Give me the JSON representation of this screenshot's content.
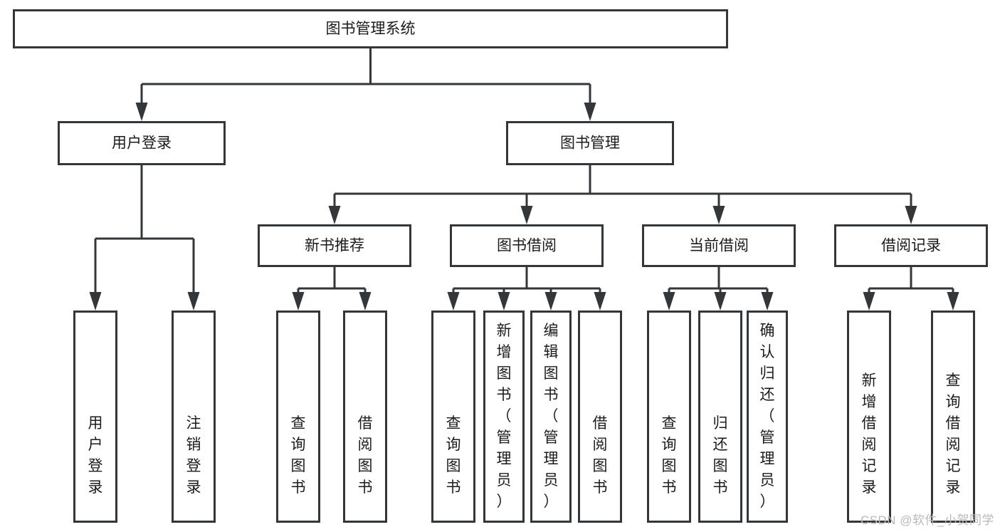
{
  "diagram": {
    "title": "图书管理系统",
    "watermark": "CSDN @软件_小贺同学",
    "colors": {
      "stroke": "#33373a",
      "fill": "#ffffff",
      "text": "#1b1b1b",
      "watermark": "#b9b9b9",
      "background": "#ffffff"
    },
    "nodes": {
      "root": {
        "label": "图书管理系统",
        "orientation": "horizontal",
        "level": 0
      },
      "user_login": {
        "label": "用户登录",
        "orientation": "horizontal",
        "level": 1
      },
      "book_manage": {
        "label": "图书管理",
        "orientation": "horizontal",
        "level": 1
      },
      "new_book_rec": {
        "label": "新书推荐",
        "orientation": "horizontal",
        "level": 2
      },
      "book_borrow": {
        "label": "图书借阅",
        "orientation": "horizontal",
        "level": 2
      },
      "current_borrow": {
        "label": "当前借阅",
        "orientation": "horizontal",
        "level": 2
      },
      "borrow_record": {
        "label": "借阅记录",
        "orientation": "horizontal",
        "level": 2
      },
      "leaf_user_login": {
        "label": "用户登录",
        "orientation": "vertical",
        "level": 2,
        "align": "bottom"
      },
      "leaf_logout": {
        "label": "注销登录",
        "orientation": "vertical",
        "level": 2,
        "align": "bottom"
      },
      "leaf_query_book_a": {
        "label": "查询图书",
        "orientation": "vertical",
        "level": 3,
        "align": "bottom"
      },
      "leaf_borrow_book_a": {
        "label": "借阅图书",
        "orientation": "vertical",
        "level": 3,
        "align": "bottom"
      },
      "leaf_query_book_b": {
        "label": "查询图书",
        "orientation": "vertical",
        "level": 3,
        "align": "bottom"
      },
      "leaf_add_book": {
        "label": "新增图书（管理员）",
        "orientation": "vertical",
        "level": 3,
        "align": "top"
      },
      "leaf_edit_book": {
        "label": "编辑图书（管理员）",
        "orientation": "vertical",
        "level": 3,
        "align": "top"
      },
      "leaf_borrow_book_b": {
        "label": "借阅图书",
        "orientation": "vertical",
        "level": 3,
        "align": "bottom"
      },
      "leaf_query_book_c": {
        "label": "查询图书",
        "orientation": "vertical",
        "level": 3,
        "align": "bottom"
      },
      "leaf_return_book": {
        "label": "归还图书",
        "orientation": "vertical",
        "level": 3,
        "align": "bottom"
      },
      "leaf_confirm_return": {
        "label": "确认归还（管理员）",
        "orientation": "vertical",
        "level": 3,
        "align": "top"
      },
      "leaf_add_record": {
        "label": "新增借阅记录",
        "orientation": "vertical",
        "level": 3,
        "align": "bottom"
      },
      "leaf_query_record": {
        "label": "查询借阅记录",
        "orientation": "vertical",
        "level": 3,
        "align": "bottom"
      }
    },
    "edges": [
      {
        "from": "root",
        "to": "user_login"
      },
      {
        "from": "root",
        "to": "book_manage"
      },
      {
        "from": "user_login",
        "to": "leaf_user_login"
      },
      {
        "from": "user_login",
        "to": "leaf_logout"
      },
      {
        "from": "book_manage",
        "to": "new_book_rec"
      },
      {
        "from": "book_manage",
        "to": "book_borrow"
      },
      {
        "from": "book_manage",
        "to": "current_borrow"
      },
      {
        "from": "book_manage",
        "to": "borrow_record"
      },
      {
        "from": "new_book_rec",
        "to": "leaf_query_book_a"
      },
      {
        "from": "new_book_rec",
        "to": "leaf_borrow_book_a"
      },
      {
        "from": "book_borrow",
        "to": "leaf_query_book_b"
      },
      {
        "from": "book_borrow",
        "to": "leaf_add_book"
      },
      {
        "from": "book_borrow",
        "to": "leaf_edit_book"
      },
      {
        "from": "book_borrow",
        "to": "leaf_borrow_book_b"
      },
      {
        "from": "current_borrow",
        "to": "leaf_query_book_c"
      },
      {
        "from": "current_borrow",
        "to": "leaf_return_book"
      },
      {
        "from": "current_borrow",
        "to": "leaf_confirm_return"
      },
      {
        "from": "borrow_record",
        "to": "leaf_add_record"
      },
      {
        "from": "borrow_record",
        "to": "leaf_query_record"
      }
    ]
  }
}
